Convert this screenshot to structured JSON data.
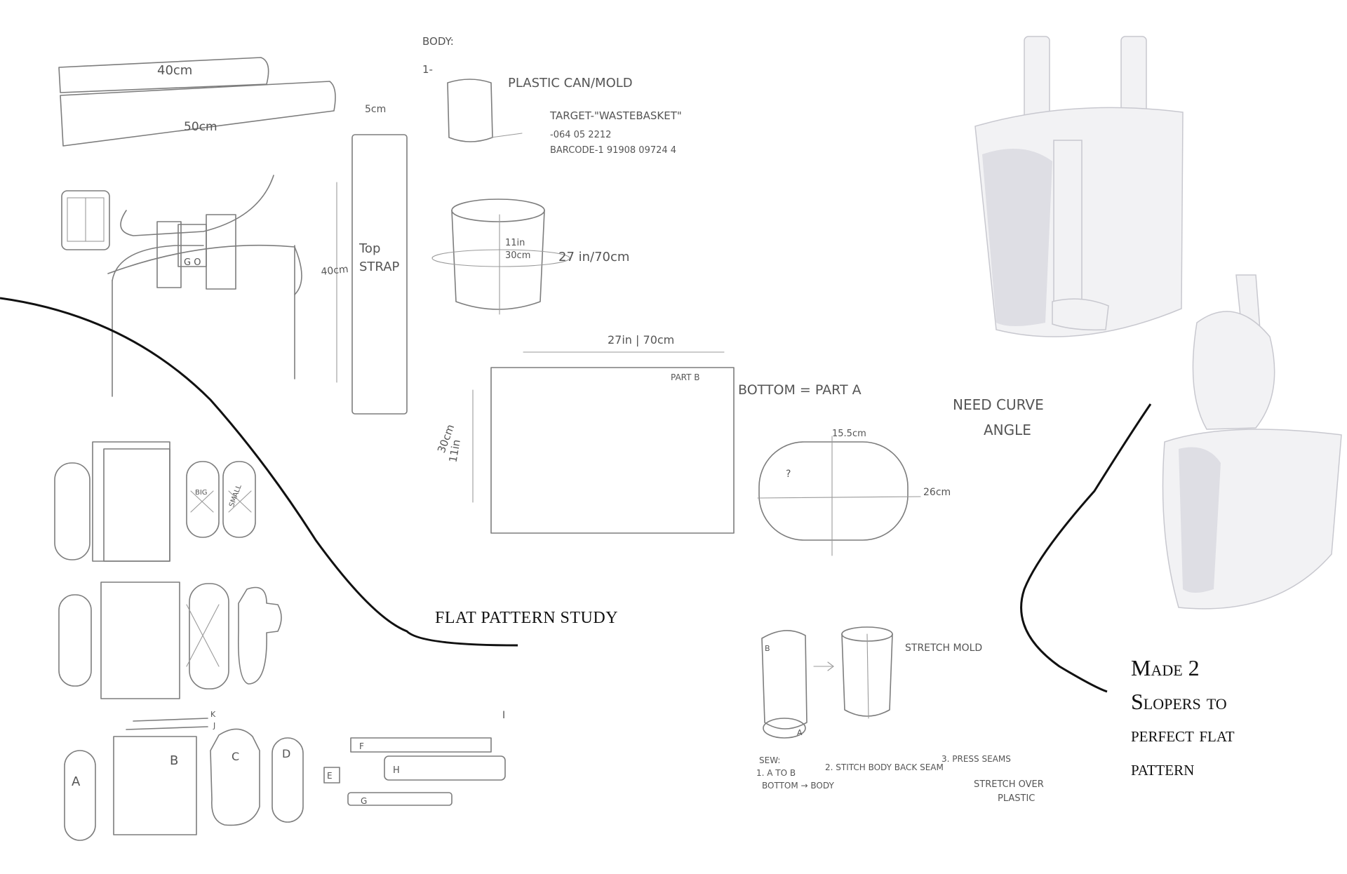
{
  "titles": {
    "flat_pattern_study": "FLAT PATTERN STUDY",
    "made_line1": "Made 2",
    "made_line2": "Slopers to",
    "made_line3": "perfect flat",
    "made_line4": "pattern"
  },
  "sketch_notes": {
    "strap_40": "40cm",
    "strap_50": "50cm",
    "strap_5": "5cm",
    "strap_height": "40cm",
    "top_strap_1": "Top",
    "top_strap_2": "STRAP",
    "buckle_letters": "G O",
    "body_heading": "BODY:",
    "step_1": "1-",
    "plastic_can": "PLASTIC CAN/MOLD",
    "target": "TARGET-\"WASTEBASKET\"",
    "item_no": "-064 05 2212",
    "barcode": "BARCODE-1 91908 09724 4",
    "cyl_height_1": "11in",
    "cyl_height_2": "30cm",
    "circumference": "27 in/70cm",
    "rect_width": "27in | 70cm",
    "rect_height_1": "30cm",
    "rect_height_2": "11in",
    "part_b": "PART B",
    "bottom_part_a": "BOTTOM = PART A",
    "oval_width": "15.5cm",
    "oval_length": "26cm",
    "question": "?",
    "need_curve_1": "NEED CURVE",
    "need_curve_2": "ANGLE",
    "stretch_mold": "STRETCH MOLD",
    "sew_1": "SEW:",
    "sew_2": "1. A TO B",
    "sew_3": "BOTTOM → BODY",
    "stitch": "2. STITCH BODY BACK SEAM",
    "press": "3. PRESS SEAMS",
    "stretch_over_1": "STRETCH OVER",
    "stretch_over_2": "PLASTIC",
    "small": "SMALL",
    "big": "BIG",
    "piece_a": "A",
    "piece_b": "B",
    "piece_c": "C",
    "piece_d": "D",
    "piece_e": "E",
    "piece_f": "F",
    "piece_g": "G",
    "piece_h": "H",
    "piece_i": "I",
    "piece_j": "J",
    "piece_k": "K",
    "label_b_small": "B",
    "label_a_small": "A"
  },
  "colors": {
    "pencil": "#7d7d7d",
    "ink": "#111111",
    "fabric": "#f2f2f4"
  }
}
